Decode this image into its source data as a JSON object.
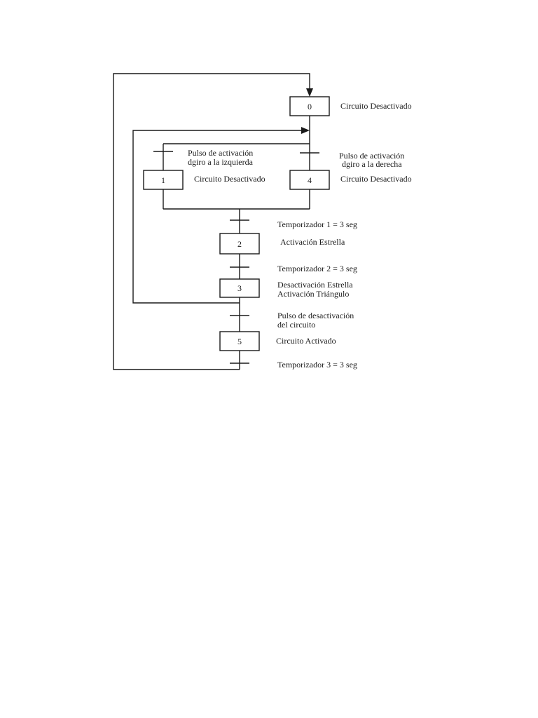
{
  "steps": {
    "s0": {
      "number": "0",
      "description": "Circuito Desactivado"
    },
    "s1": {
      "number": "1",
      "description": "Circuito Desactivado"
    },
    "s4": {
      "number": "4",
      "description": "Circuito Desactivado"
    },
    "s2": {
      "number": "2",
      "description": "Activación Estrella"
    },
    "s3": {
      "number": "3",
      "description_line1": "Desactivación  Estrella",
      "description_line2": "Activación Triángulo"
    },
    "s5": {
      "number": "5",
      "description": "Circuito Activado"
    }
  },
  "transitions": {
    "t_left": {
      "line1": "Pulso de activación",
      "line2": "dgiro a la izquierda"
    },
    "t_right": {
      "line1": "Pulso de activación",
      "line2": "dgiro a la derecha"
    },
    "t_timer1": {
      "text": "Temporizador 1 =  3 seg"
    },
    "t_timer2": {
      "text": "Temporizador 2 =  3 seg"
    },
    "t_deact": {
      "line1": "Pulso de desactivación",
      "line2": "del circuito"
    },
    "t_timer3": {
      "text": "Temporizador 3 =  3 seg"
    }
  }
}
